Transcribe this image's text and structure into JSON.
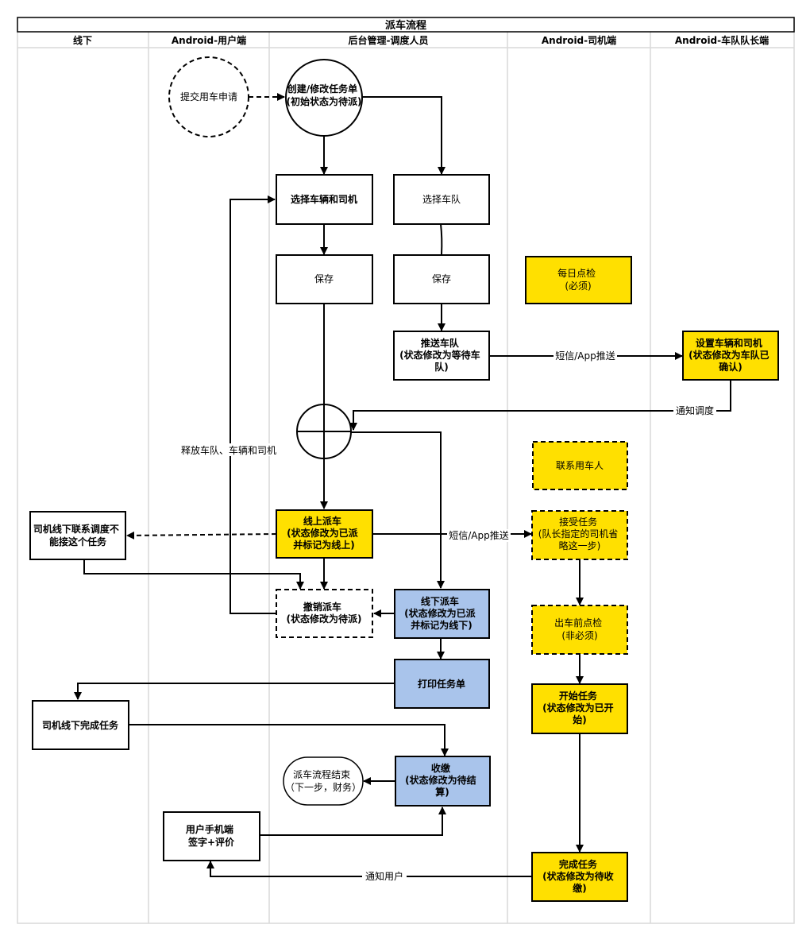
{
  "title": "派车流程",
  "lanes": [
    "线下",
    "Android-用户端",
    "后台管理-调度人员",
    "Android-司机端",
    "Android-车队队长端"
  ],
  "colors": {
    "yellow": "#FFE000",
    "blue": "#A9C4EB",
    "white": "#FFFFFF",
    "border": "#000000",
    "lane_border": "#D9D9D9"
  },
  "nodes": {
    "submit": [
      "提交用车申请"
    ],
    "create": [
      "创建/修改任务单",
      "(初始状态为待派)"
    ],
    "select_vd": [
      "选择车辆和司机"
    ],
    "select_team": [
      "选择车队"
    ],
    "save1": [
      "保存"
    ],
    "save2": [
      "保存"
    ],
    "daily_check": [
      "每日点检",
      "(必须)"
    ],
    "push_team": [
      "推送车队",
      "(状态修改为等待车",
      "队)"
    ],
    "set_vd": [
      "设置车辆和司机",
      "(状态修改为车队已",
      "确认)"
    ],
    "contact_user": [
      "联系用车人"
    ],
    "online_dispatch": [
      "线上派车",
      "(状态修改为已派",
      "并标记为线上)"
    ],
    "driver_offline_contact": [
      "司机线下联系调度不",
      "能接这个任务"
    ],
    "accept_task": [
      "接受任务",
      "(队长指定的司机省",
      "略这一步)"
    ],
    "cancel_dispatch": [
      "撤销派车",
      "(状态修改为待派)"
    ],
    "offline_dispatch": [
      "线下派车",
      "(状态修改为已派",
      "并标记为线下)"
    ],
    "pre_check": [
      "出车前点检",
      "(非必须)"
    ],
    "print_task": [
      "打印任务单"
    ],
    "start_task": [
      "开始任务",
      "(状态修改为已开",
      "始)"
    ],
    "driver_offline_done": [
      "司机线下完成任务"
    ],
    "collect": [
      "收缴",
      "(状态修改为待结",
      "算)"
    ],
    "flow_end": [
      "派车流程结束",
      "（下一步，财务）"
    ],
    "user_sign": [
      "用户手机端",
      "签字+评价"
    ],
    "complete_task": [
      "完成任务",
      "(状态修改为待收",
      "缴)"
    ]
  },
  "edge_labels": {
    "sms_push_1": "短信/App推送",
    "notify_dispatch": "通知调度",
    "release": "释放车队、车辆和司机",
    "sms_push_2": "短信/App推送",
    "notify_user": "通知用户"
  }
}
